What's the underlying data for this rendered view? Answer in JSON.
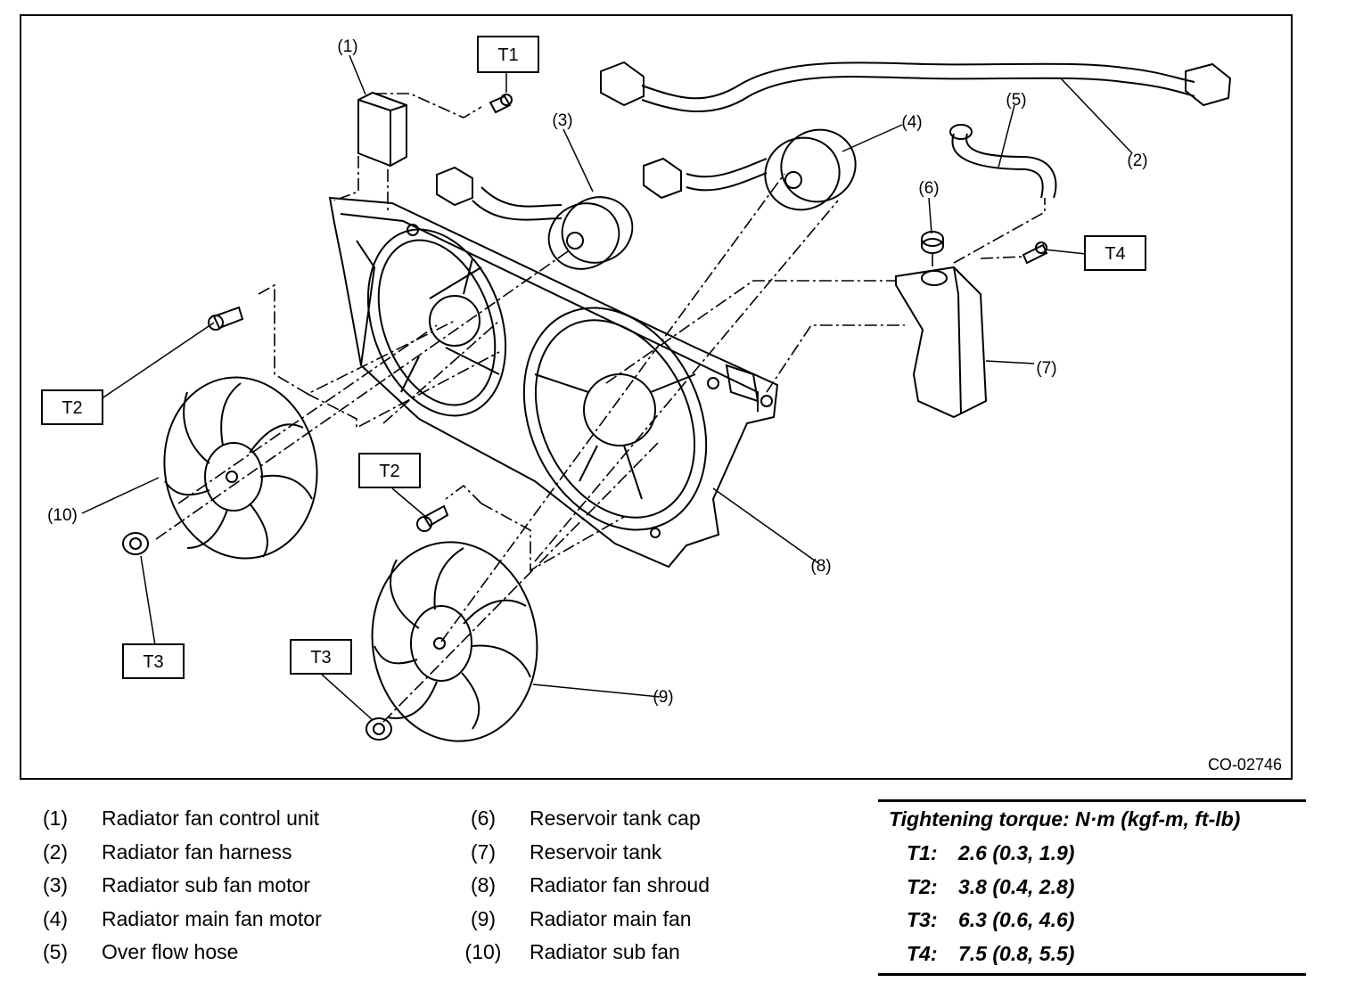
{
  "diagram": {
    "code": "CO-02746",
    "callouts": [
      "(1)",
      "(2)",
      "(3)",
      "(4)",
      "(5)",
      "(6)",
      "(7)",
      "(8)",
      "(9)",
      "(10)"
    ],
    "torque_boxes": [
      "T1",
      "T2",
      "T2",
      "T3",
      "T3",
      "T4"
    ]
  },
  "legend": {
    "left": [
      {
        "num": "(1)",
        "name": "Radiator fan control unit"
      },
      {
        "num": "(2)",
        "name": "Radiator fan harness"
      },
      {
        "num": "(3)",
        "name": "Radiator sub fan motor"
      },
      {
        "num": "(4)",
        "name": "Radiator main fan motor"
      },
      {
        "num": "(5)",
        "name": "Over flow hose"
      }
    ],
    "right": [
      {
        "num": "(6)",
        "name": "Reservoir tank cap"
      },
      {
        "num": "(7)",
        "name": "Reservoir tank"
      },
      {
        "num": "(8)",
        "name": "Radiator fan shroud"
      },
      {
        "num": "(9)",
        "name": "Radiator main fan"
      },
      {
        "num": "(10)",
        "name": "Radiator sub fan"
      }
    ]
  },
  "torque": {
    "title": "Tightening torque: N·m (kgf-m, ft-lb)",
    "rows": [
      {
        "key": "T1:",
        "value": "2.6 (0.3, 1.9)"
      },
      {
        "key": "T2:",
        "value": "3.8 (0.4, 2.8)"
      },
      {
        "key": "T3:",
        "value": "6.3 (0.6, 4.6)"
      },
      {
        "key": "T4:",
        "value": "7.5 (0.8, 5.5)"
      }
    ]
  }
}
